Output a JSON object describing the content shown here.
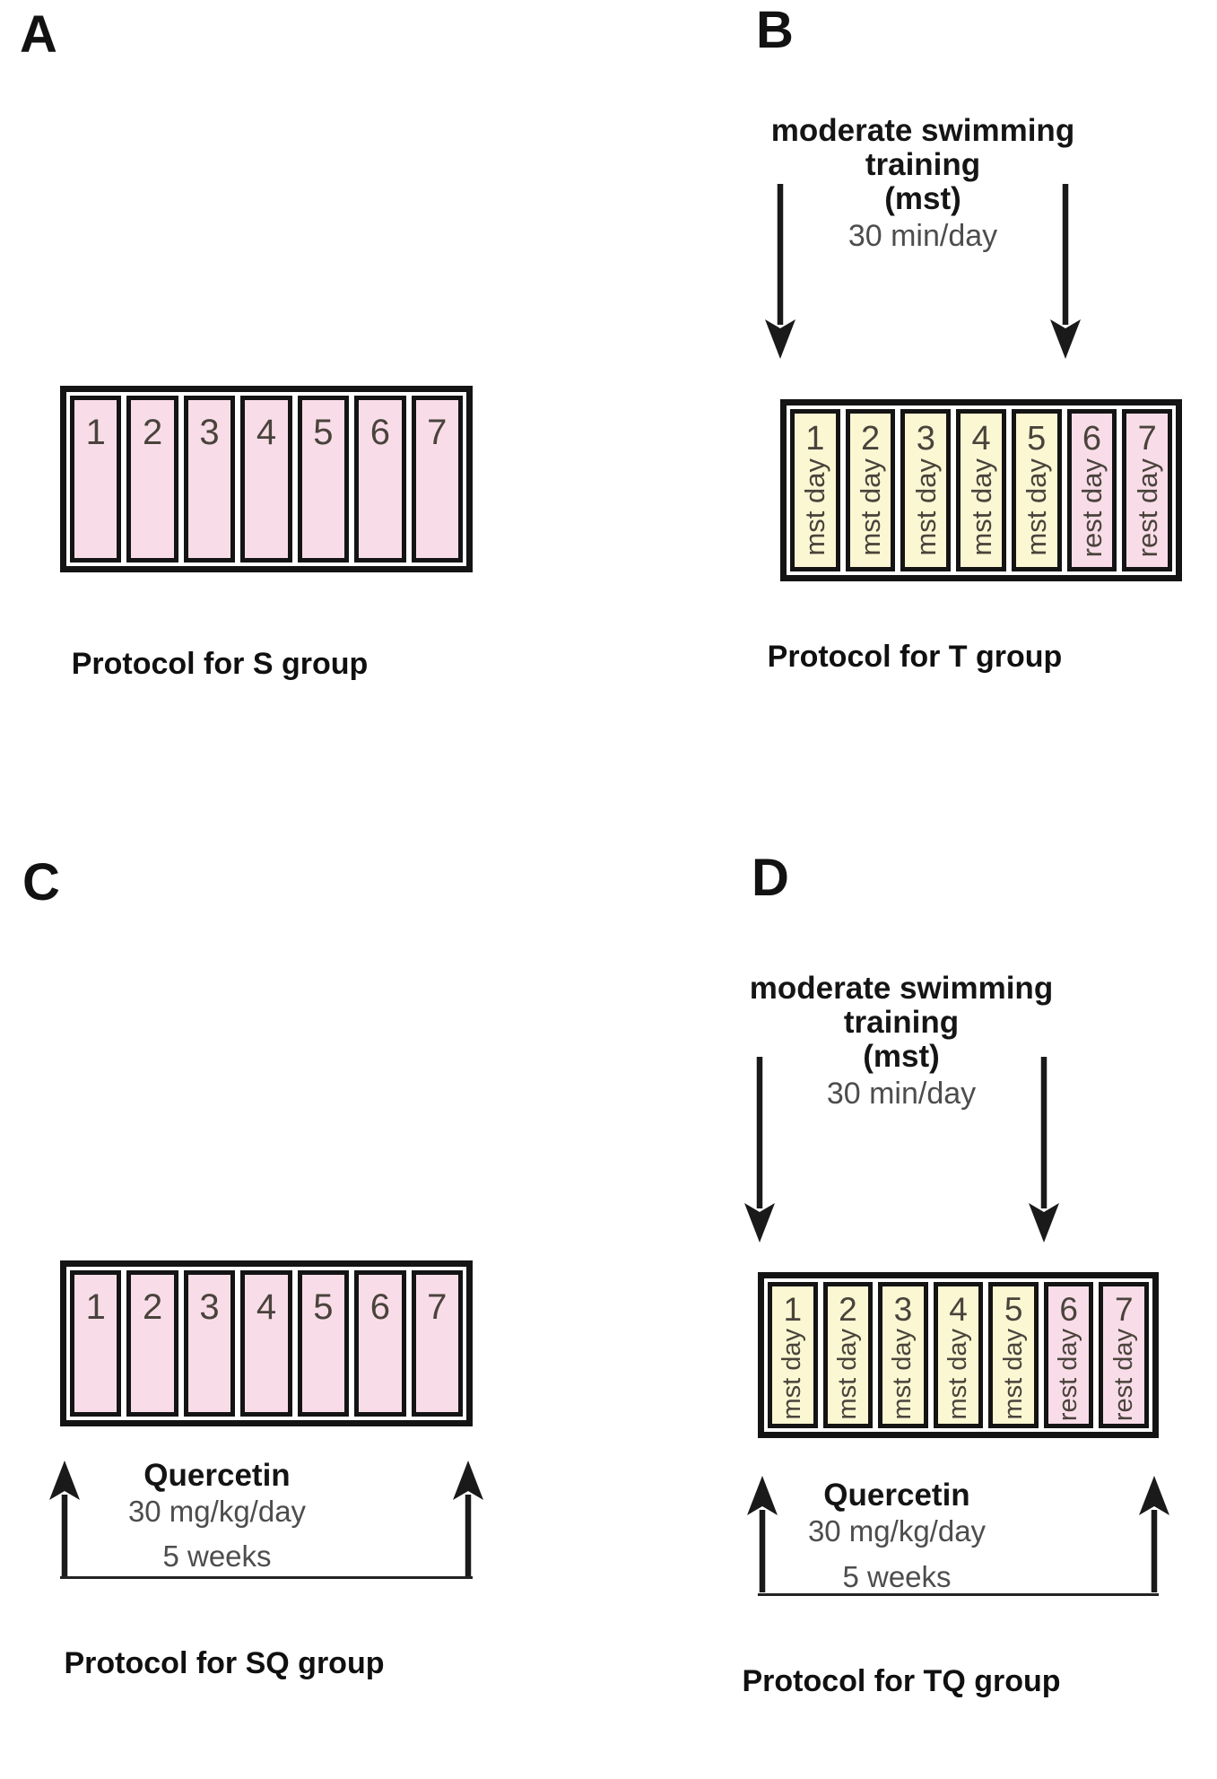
{
  "colors": {
    "cell_pink": "#f8dde8",
    "cell_yellow": "#fbf7d2",
    "border_black": "#141414",
    "text_dark": "#4a433c",
    "text_gray": "#4d4d4d"
  },
  "panels": {
    "a": {
      "label": "A",
      "caption": "Protocol for S group",
      "days": [
        {
          "num": "1"
        },
        {
          "num": "2"
        },
        {
          "num": "3"
        },
        {
          "num": "4"
        },
        {
          "num": "5"
        },
        {
          "num": "6"
        },
        {
          "num": "7"
        }
      ]
    },
    "b": {
      "label": "B",
      "caption": "Protocol for T group",
      "header": {
        "line1": "moderate swimming",
        "line2": "training",
        "line3": "(mst)",
        "line4": "30 min/day"
      },
      "days": [
        {
          "num": "1",
          "label": "mst day",
          "type": "mst"
        },
        {
          "num": "2",
          "label": "mst day",
          "type": "mst"
        },
        {
          "num": "3",
          "label": "mst day",
          "type": "mst"
        },
        {
          "num": "4",
          "label": "mst day",
          "type": "mst"
        },
        {
          "num": "5",
          "label": "mst day",
          "type": "mst"
        },
        {
          "num": "6",
          "label": "rest day",
          "type": "rest"
        },
        {
          "num": "7",
          "label": "rest day",
          "type": "rest"
        }
      ]
    },
    "c": {
      "label": "C",
      "caption": "Protocol for SQ group",
      "quercetin": {
        "title": "Quercetin",
        "dose": "30 mg/kg/day",
        "duration": "5 weeks"
      },
      "days": [
        {
          "num": "1"
        },
        {
          "num": "2"
        },
        {
          "num": "3"
        },
        {
          "num": "4"
        },
        {
          "num": "5"
        },
        {
          "num": "6"
        },
        {
          "num": "7"
        }
      ]
    },
    "d": {
      "label": "D",
      "caption": "Protocol for TQ group",
      "header": {
        "line1": "moderate swimming",
        "line2": "training",
        "line3": "(mst)",
        "line4": "30 min/day"
      },
      "quercetin": {
        "title": "Quercetin",
        "dose": "30 mg/kg/day",
        "duration": "5 weeks"
      },
      "days": [
        {
          "num": "1",
          "label": "mst day",
          "type": "mst"
        },
        {
          "num": "2",
          "label": "mst day",
          "type": "mst"
        },
        {
          "num": "3",
          "label": "mst day",
          "type": "mst"
        },
        {
          "num": "4",
          "label": "mst day",
          "type": "mst"
        },
        {
          "num": "5",
          "label": "mst day",
          "type": "mst"
        },
        {
          "num": "6",
          "label": "rest day",
          "type": "rest"
        },
        {
          "num": "7",
          "label": "rest day",
          "type": "rest"
        }
      ]
    }
  }
}
